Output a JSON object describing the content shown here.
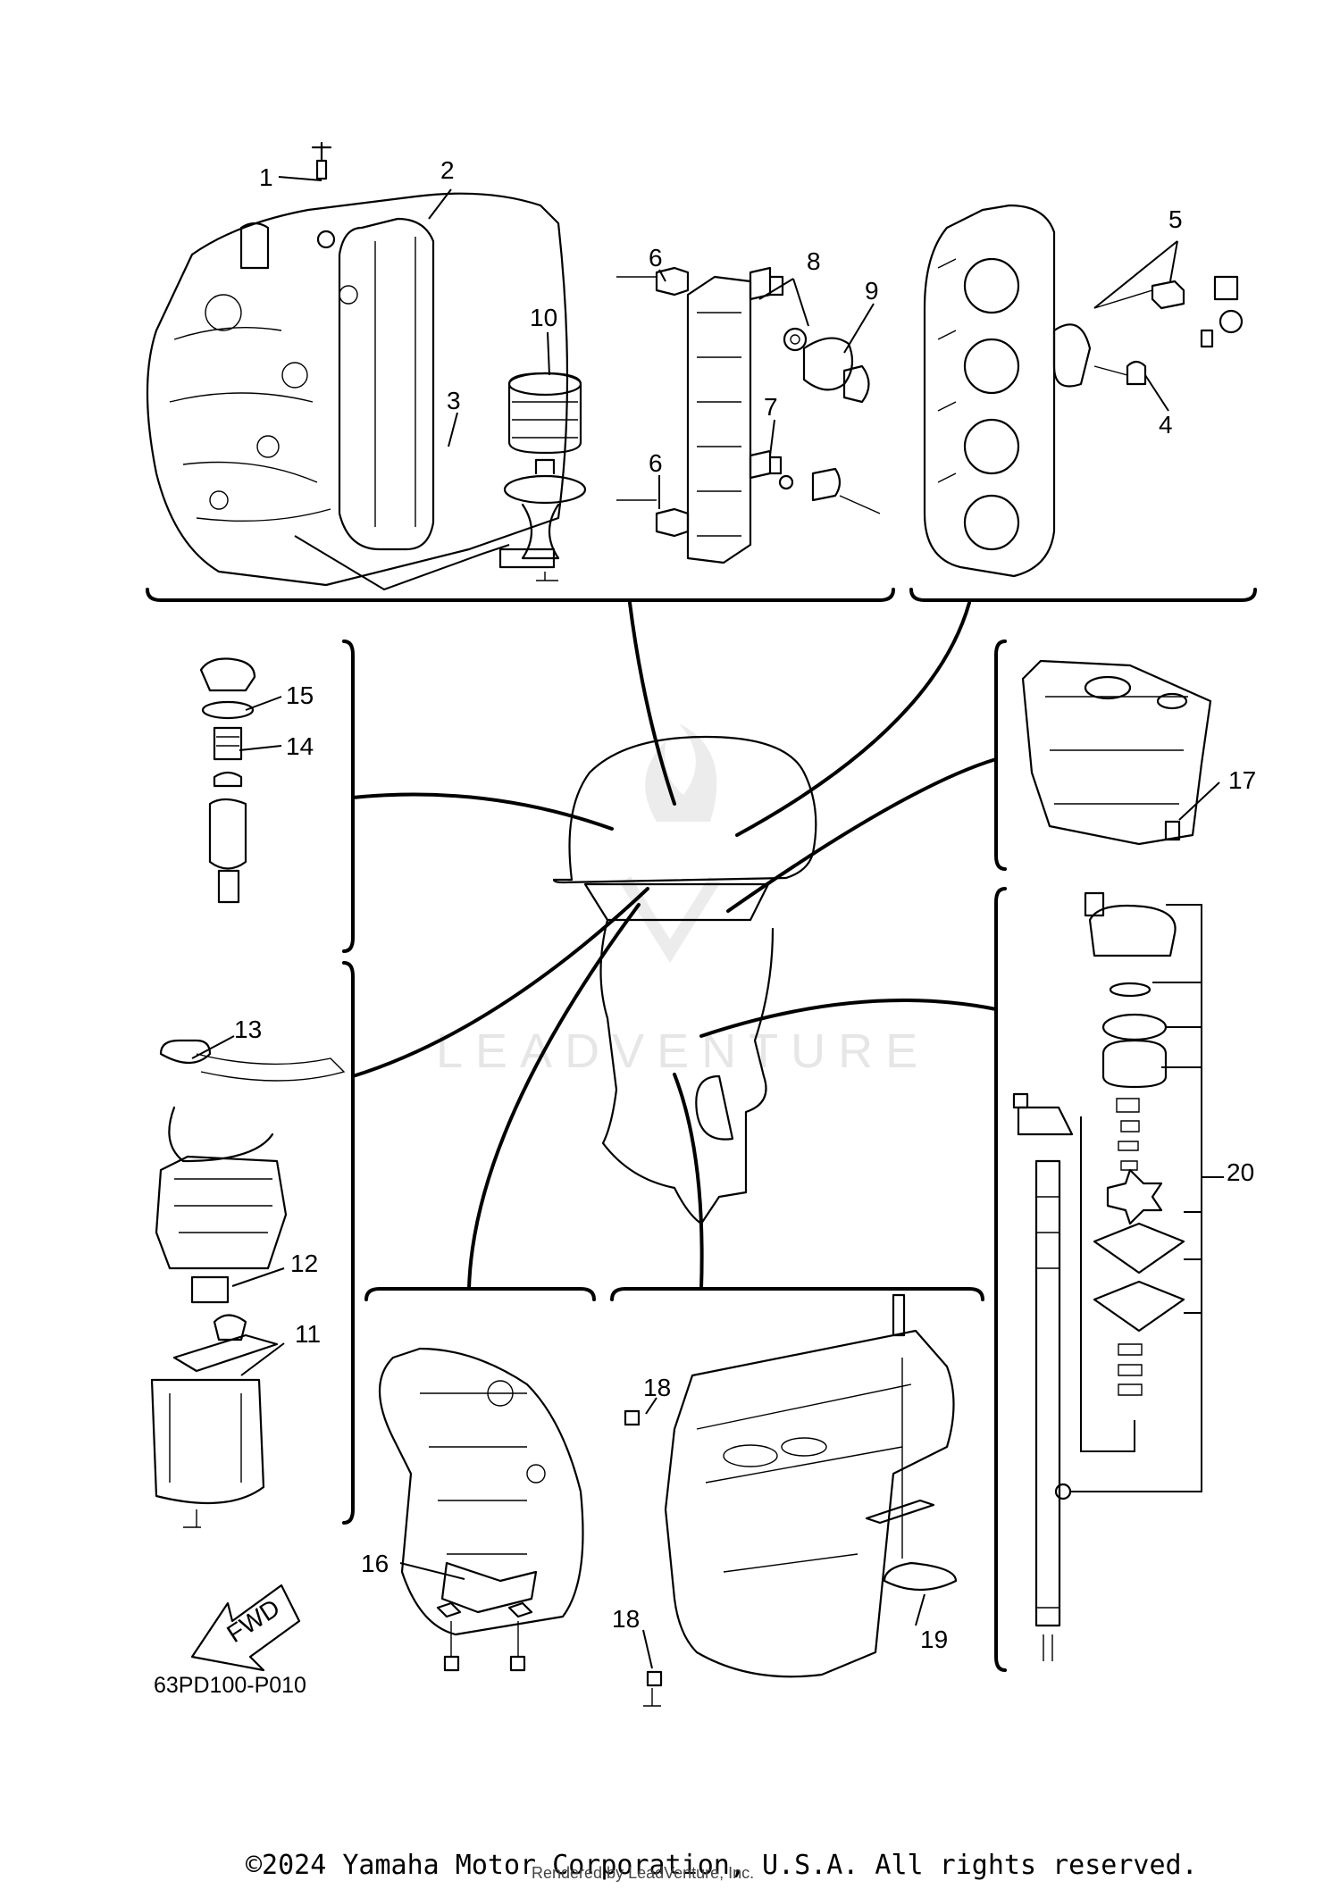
{
  "diagram_code": "63PD100-P010",
  "fwd_label": "FWD",
  "watermark": "LEADVENTURE",
  "copyright": "©2024 Yamaha Motor Corporation, U.S.A. All rights reserved.",
  "rendered_by": "Rendered by LeadVenture, Inc.",
  "callouts": [
    "1",
    "2",
    "3",
    "4",
    "5",
    "6",
    "6",
    "7",
    "8",
    "9",
    "10",
    "11",
    "12",
    "13",
    "14",
    "15",
    "16",
    "17",
    "18",
    "18",
    "19",
    "20"
  ]
}
